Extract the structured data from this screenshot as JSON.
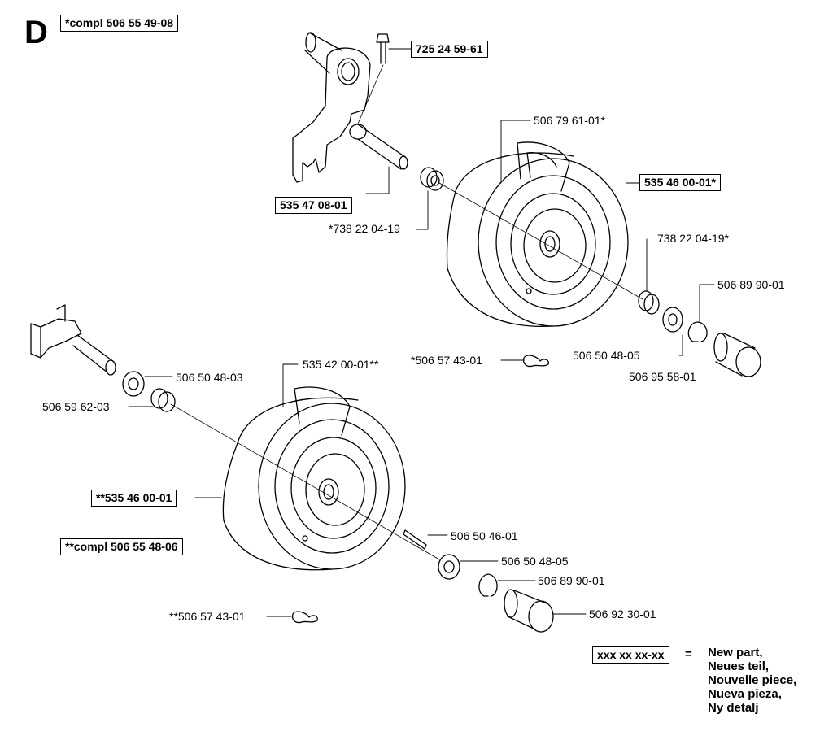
{
  "section": "D",
  "labels": {
    "compl_top": "*compl 506 55 49-08",
    "bolt": "725 24 59-61",
    "wheel_top": "506 79 61-01*",
    "tire_top": "535 46 00-01*",
    "axle_top": "535 47 08-01",
    "bearing_inner_top": "*738 22 04-19",
    "bearing_outer_top": "738 22 04-19*",
    "clip_top": "506 89 90-01",
    "clamp_top": "*506 57 43-01",
    "washer_top": "506 50 48-05",
    "cap_top": "506 95 58-01",
    "washer_left": "506 50 48-03",
    "bushing_left": "506 59 62-03",
    "wheel_bottom": "535 42 00-01**",
    "tire_bottom": "**535 46 00-01",
    "compl_bottom": "**compl 506 55 48-06",
    "key": "506 50 46-01",
    "washer_bottom": "506 50 48-05",
    "clip_bottom": "506 89 90-01",
    "cap_bottom": "506 92 30-01",
    "clamp_bottom": "**506 57 43-01"
  },
  "legend": {
    "code": "xxx xx xx-xx",
    "equals": "=",
    "lines": [
      "New part,",
      "Neues teil,",
      "Nouvelle piece,",
      "Nueva pieza,",
      "Ny detalj"
    ]
  }
}
